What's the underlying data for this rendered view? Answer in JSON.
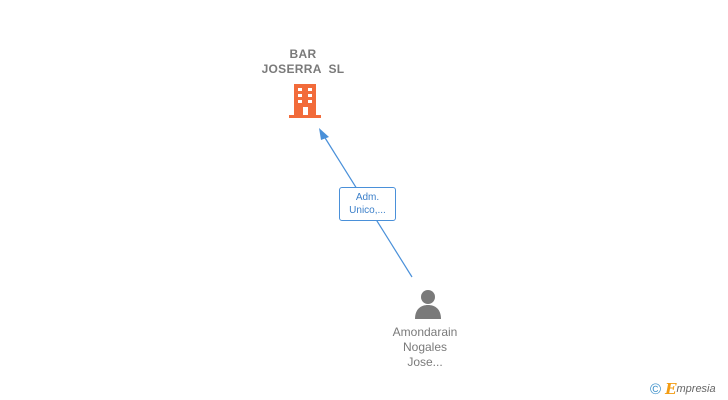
{
  "company": {
    "name_lines": [
      "BAR",
      "JOSERRA  SL"
    ],
    "icon": "building-icon",
    "icon_color": "#f26b3a"
  },
  "relation": {
    "role_lines": [
      "Adm.",
      "Unico,..."
    ],
    "line_color": "#4a90d9"
  },
  "person": {
    "name_lines": [
      "Amondarain",
      "Nogales",
      "Jose..."
    ],
    "icon": "person-icon",
    "icon_color": "#7a7a7a"
  },
  "watermark": {
    "copyright_symbol": "©",
    "brand_initial": "E",
    "brand_rest": "mpresia"
  }
}
